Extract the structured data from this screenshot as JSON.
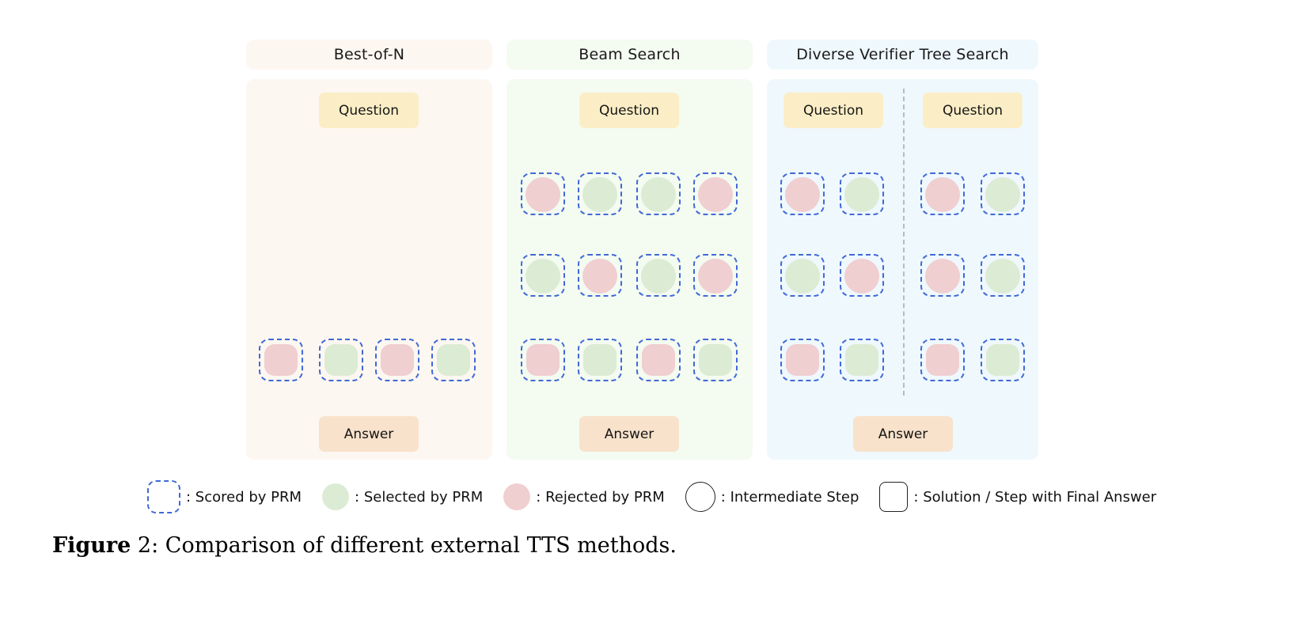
{
  "figure": {
    "caption_bold": "Figure",
    "caption_rest": " 2: Comparison of different external TTS methods."
  },
  "colors": {
    "dashed_border": "#4069d6",
    "selected_node": "#dcebd3",
    "rejected_node": "#f0cfd1",
    "question_box": "#fbeec6",
    "answer_box": "#f8e2cb",
    "edge_line": "#4a4a4a",
    "panel_bestofn_bg": "#fdf7f1",
    "panel_beam_bg": "#f4fbf1",
    "panel_dvts_bg": "#eff8fd",
    "divider": "#b9bcbe"
  },
  "panels": [
    {
      "id": "best-of-n",
      "title": "Best-of-N",
      "question_label": "Question",
      "answer_label": "Answer",
      "nodes": {
        "leaves": [
          "rejected",
          "selected",
          "rejected",
          "selected"
        ]
      }
    },
    {
      "id": "beam-search",
      "title": "Beam Search",
      "question_label": "Question",
      "answer_label": "Answer",
      "nodes": {
        "level1": [
          "rejected",
          "selected",
          "selected",
          "rejected"
        ],
        "level2": [
          "selected",
          "rejected",
          "selected",
          "rejected"
        ],
        "leaves": [
          "rejected",
          "selected",
          "rejected",
          "selected"
        ]
      }
    },
    {
      "id": "diverse-verifier-tree-search",
      "title": "Diverse Verifier Tree Search",
      "question_label_left": "Question",
      "question_label_right": "Question",
      "answer_label": "Answer",
      "nodes": {
        "left_level1": [
          "rejected",
          "selected"
        ],
        "left_level2": [
          "selected",
          "rejected"
        ],
        "left_leaves": [
          "rejected",
          "selected"
        ],
        "right_level1": [
          "rejected",
          "selected"
        ],
        "right_level2": [
          "rejected",
          "selected"
        ],
        "right_leaves": [
          "rejected",
          "selected"
        ]
      }
    }
  ],
  "legend": [
    {
      "icon": "dashed-rounded-square",
      "text": ": Scored by PRM"
    },
    {
      "icon": "green-circle",
      "text": ": Selected by PRM"
    },
    {
      "icon": "pink-circle",
      "text": ": Rejected by PRM"
    },
    {
      "icon": "outline-circle",
      "text": ": Intermediate Step"
    },
    {
      "icon": "outline-square",
      "text": ": Solution / Step with Final Answer"
    }
  ]
}
